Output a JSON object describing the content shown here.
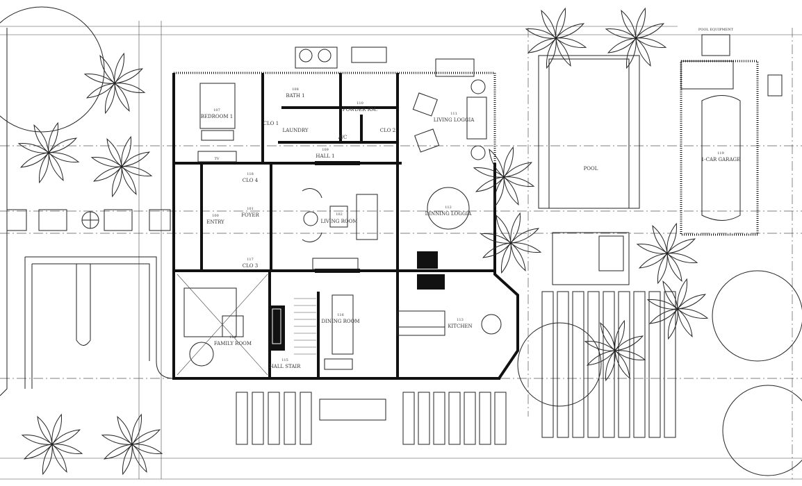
{
  "title": "Ground Floor Plan",
  "rooms": [
    {
      "name": "BEDROOM 1",
      "num": "107"
    },
    {
      "name": "BATH 1",
      "num": "108"
    },
    {
      "name": "POWDER RM.",
      "num": "110"
    },
    {
      "name": "CLO 1",
      "num": ""
    },
    {
      "name": "LAUNDRY",
      "num": ""
    },
    {
      "name": "A/C",
      "num": ""
    },
    {
      "name": "CLO 2",
      "num": ""
    },
    {
      "name": "HALL 1",
      "num": "109"
    },
    {
      "name": "LIVING LOGGIA",
      "num": "111"
    },
    {
      "name": "CLO 4",
      "num": "118"
    },
    {
      "name": "ENTRY",
      "num": "100"
    },
    {
      "name": "FOYER",
      "num": "101"
    },
    {
      "name": "CLO 3",
      "num": "117"
    },
    {
      "name": "LIVING ROOM",
      "num": "102"
    },
    {
      "name": "DINNING LOGGIA",
      "num": "112"
    },
    {
      "name": "FAMILY ROOM",
      "num": "114"
    },
    {
      "name": "HALL STAIR",
      "num": "115"
    },
    {
      "name": "DINING ROOM",
      "num": "116"
    },
    {
      "name": "KITCHEN",
      "num": "113"
    },
    {
      "name": "1-CAR GARAGE",
      "num": "119"
    }
  ],
  "site": {
    "pool_label": "POOL",
    "pool_equipment_label": "POOL EQUIPMENT",
    "tv_label": "TV"
  },
  "colors": {
    "line": "#222222",
    "background": "#ffffff"
  }
}
